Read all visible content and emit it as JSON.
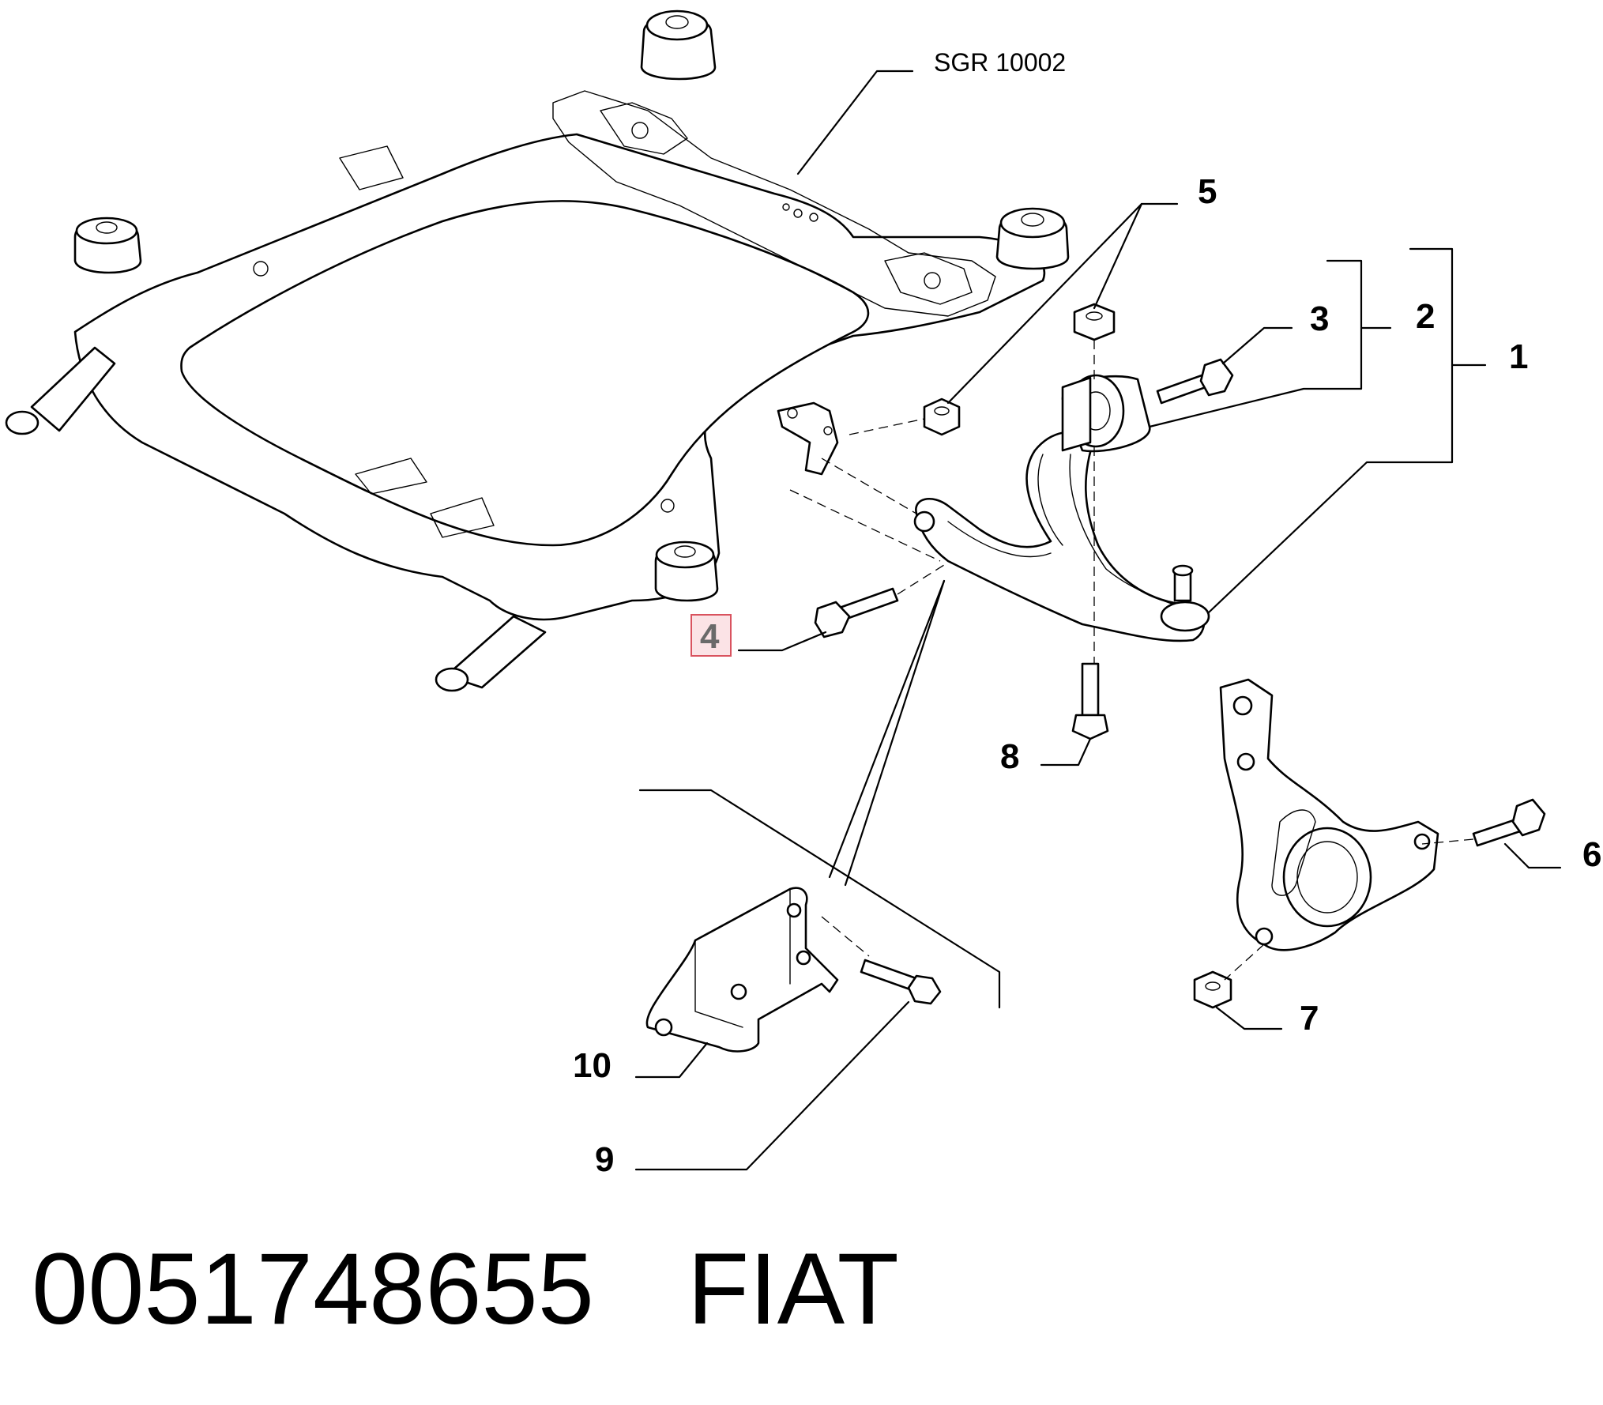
{
  "assembly_code": "SGR 10002",
  "callouts": [
    "1",
    "2",
    "3",
    "4",
    "5",
    "6",
    "7",
    "8",
    "9",
    "10"
  ],
  "highlighted_callout": "4",
  "footer": {
    "part_number": "0051748655",
    "brand": "FIAT"
  },
  "colors": {
    "line": "#000000",
    "background": "#ffffff",
    "highlight_fill": "#fbe3e6",
    "highlight_border": "#d9535f"
  }
}
